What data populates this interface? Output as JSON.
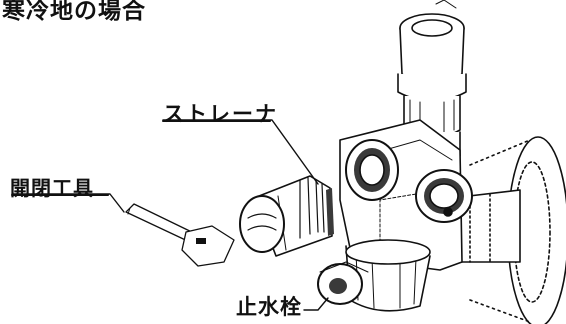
{
  "heading": "寒冷地の場合",
  "labels": {
    "strainer": "ストレーナ",
    "opening_tool": "開閉工具",
    "stop_valve": "止水栓"
  },
  "colors": {
    "ink": "#111111",
    "shade": "#3a3a3a",
    "background": "#ffffff"
  }
}
